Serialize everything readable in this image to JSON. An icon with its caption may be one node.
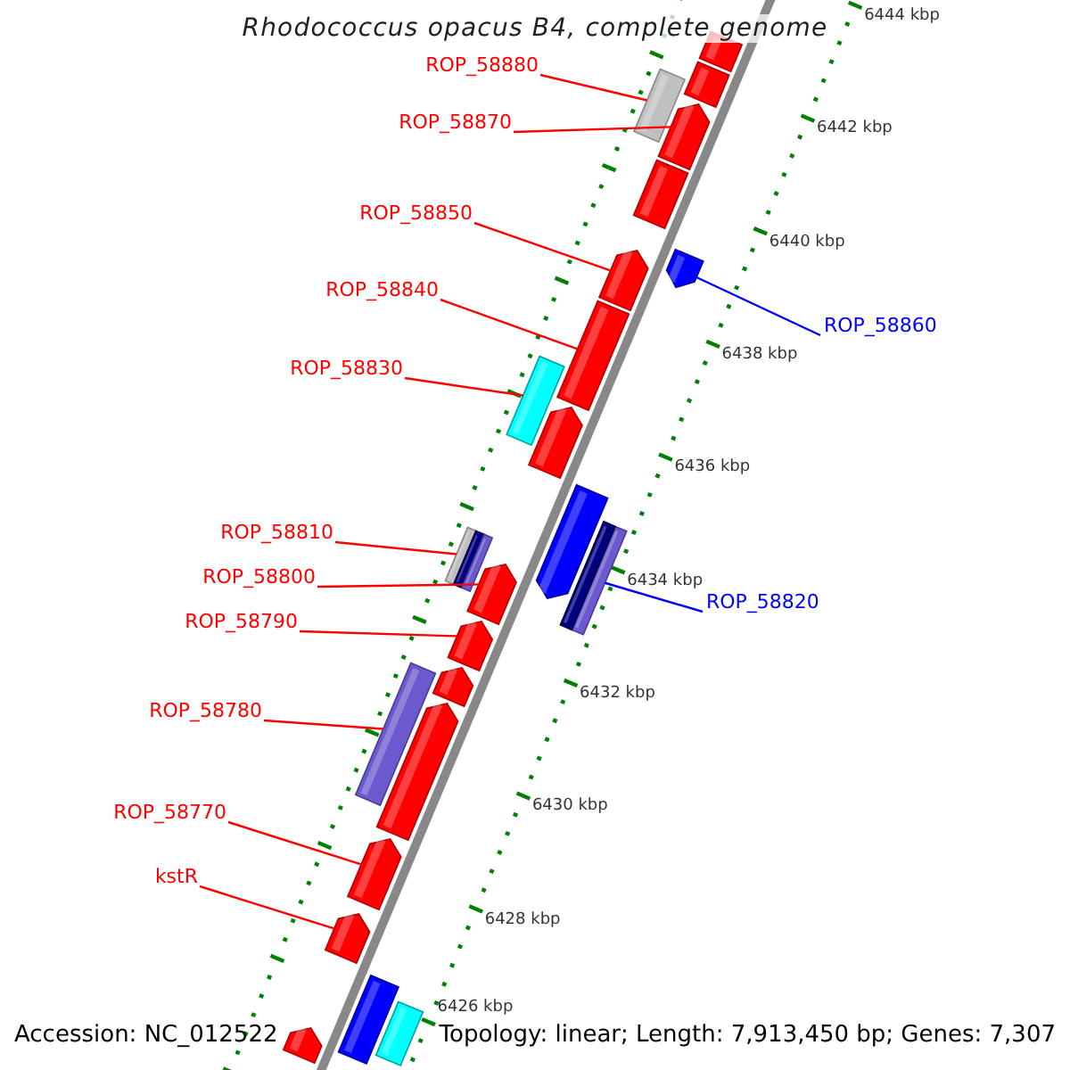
{
  "diagram": {
    "title": "Rhodococcus opacus B4, complete genome",
    "nodes": [
      {
        "text": [
          "ROP_58880"
        ]
      },
      {
        "text": [],
        "shape": "box"
      },
      {
        "text": [
          "ROP_58870"
        ]
      },
      {
        "text": [],
        "shape": "arrow"
      },
      {
        "text": [
          "ROP_58850"
        ]
      },
      {
        "text": [],
        "shape": "arrow"
      },
      {
        "text": [
          "ROP_58840"
        ]
      },
      {
        "text": [],
        "shape": "box"
      },
      {
        "text": [
          "ROP_58860"
        ]
      },
      {
        "text": [],
        "shape": "arrow"
      },
      {
        "text": [
          "ROP_58830"
        ]
      },
      {
        "text": [],
        "shape": "box"
      },
      {
        "text": [
          "ROP_58810"
        ]
      },
      {
        "text": [],
        "shape": "box"
      },
      {
        "text": [
          "ROP_58800"
        ]
      },
      {
        "text": [],
        "shape": "arrow"
      },
      {
        "text": [
          "ROP_58820"
        ]
      },
      {
        "text": [],
        "shape": "box"
      },
      {
        "text": [
          "ROP_58790"
        ]
      },
      {
        "text": [],
        "shape": "arrow"
      },
      {
        "text": [
          "ROP_58780"
        ]
      },
      {
        "text": [],
        "shape": "box"
      },
      {
        "text": [
          "ROP_58770"
        ]
      },
      {
        "text": [],
        "shape": "arrow"
      },
      {
        "text": [
          "kstR"
        ]
      },
      {
        "text": [],
        "shape": "arrow"
      },
      {
        "text": [],
        "shape": "box"
      },
      {
        "text": [],
        "shape": "box"
      },
      {
        "text": [],
        "shape": "box"
      },
      {
        "text": [],
        "shape": "arrow"
      },
      {
        "text": [],
        "shape": "arrow"
      },
      {
        "text": [],
        "shape": "box"
      },
      {
        "text": [],
        "shape": "arrow"
      },
      {
        "text": [],
        "shape": "arrow"
      },
      {
        "text": [],
        "shape": "box"
      },
      {
        "text": [],
        "shape": "box"
      },
      {
        "text": [],
        "shape": "arrow"
      }
    ],
    "edges": [
      {
        "from": 0,
        "to": 1,
        "arrow": "none"
      },
      {
        "from": 2,
        "to": 3,
        "arrow": "none"
      },
      {
        "from": 4,
        "to": 5,
        "arrow": "none"
      },
      {
        "from": 6,
        "to": 7,
        "arrow": "none"
      },
      {
        "from": 8,
        "to": 9,
        "arrow": "none",
        "color": "#0000ff"
      },
      {
        "from": 10,
        "to": 11,
        "arrow": "none"
      },
      {
        "from": 12,
        "to": 13,
        "arrow": "none"
      },
      {
        "from": 14,
        "to": 15,
        "arrow": "none"
      },
      {
        "from": 16,
        "to": 17,
        "arrow": "none",
        "color": "#0000ff"
      },
      {
        "from": 18,
        "to": 19,
        "arrow": "none"
      },
      {
        "from": 20,
        "to": 21,
        "arrow": "none"
      },
      {
        "from": 22,
        "to": 23,
        "arrow": "none"
      },
      {
        "from": 24,
        "to": 25,
        "arrow": "none"
      }
    ],
    "labels": [
      "6444 kbp",
      "6442 kbp",
      "6440 kbp",
      "6438 kbp",
      "6436 kbp",
      "6434 kbp",
      "6432 kbp",
      "6430 kbp",
      "6428 kbp",
      "6426 kbp",
      "Accession: NC_012522",
      "Topology: linear; Length: 7,913,450 bp; Genes: 7,307"
    ]
  }
}
